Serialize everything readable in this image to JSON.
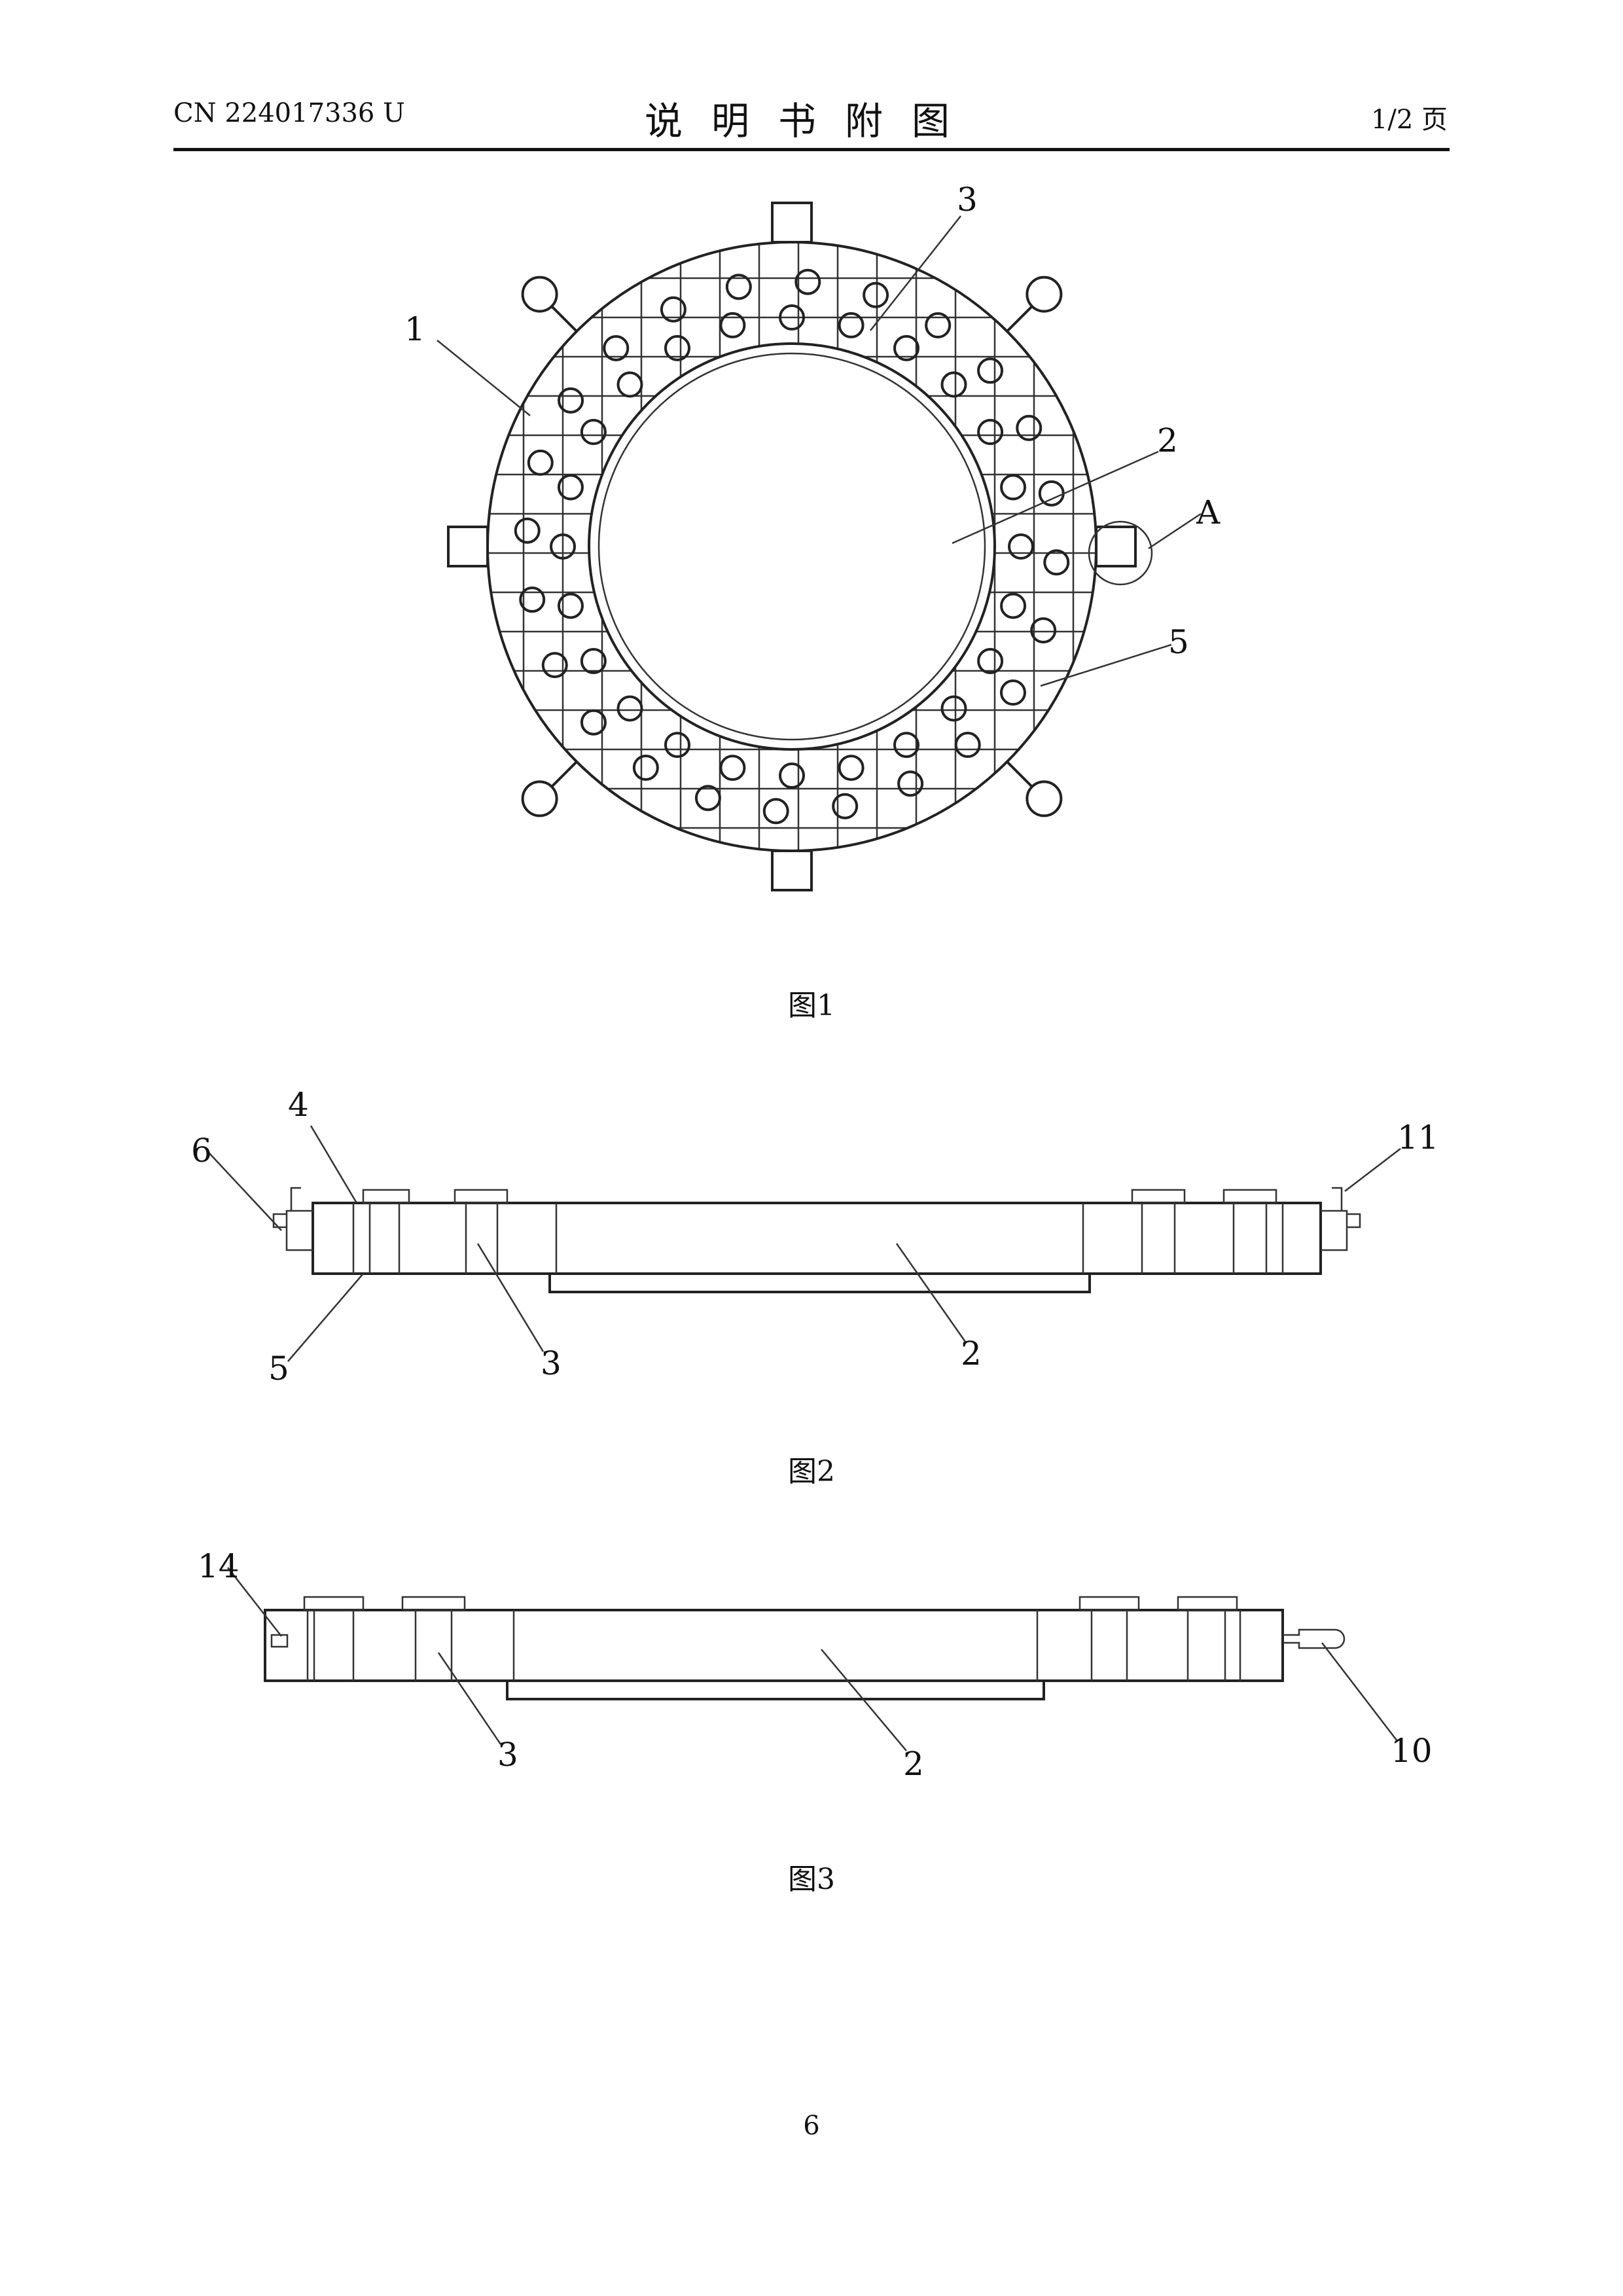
{
  "header": {
    "doc_number": "CN 224017336 U",
    "title": "说明书附图",
    "page_of": "1/2 页"
  },
  "figures": [
    {
      "caption": "图1",
      "labels": [
        "1",
        "2",
        "3",
        "5",
        "A"
      ]
    },
    {
      "caption": "图2",
      "labels": [
        "4",
        "6",
        "5",
        "3",
        "2",
        "11"
      ]
    },
    {
      "caption": "图3",
      "labels": [
        "14",
        "3",
        "2",
        "10"
      ]
    }
  ],
  "page_number": "6"
}
